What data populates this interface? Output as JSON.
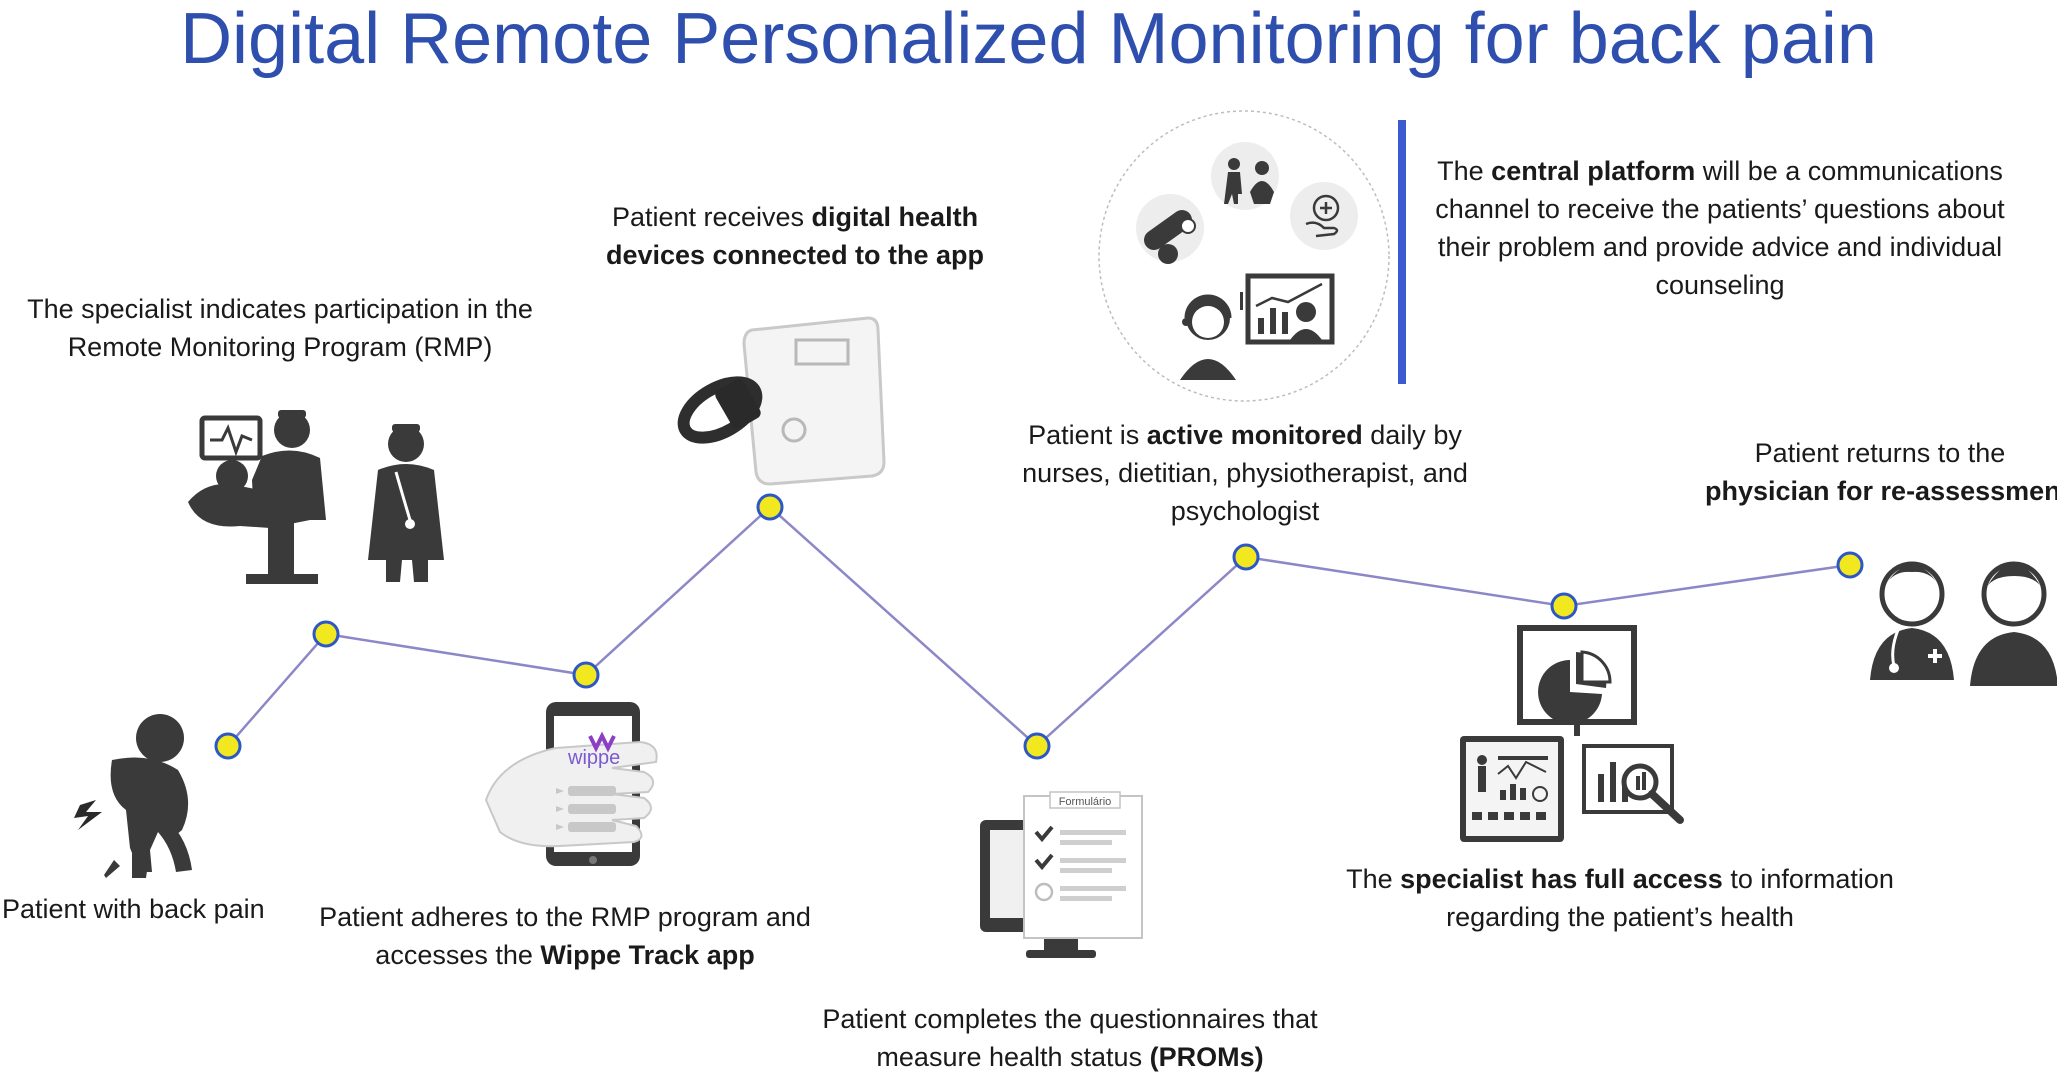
{
  "title": "Digital Remote Personalized Monitoring for back pain",
  "colors": {
    "title": "#2f4fae",
    "node_fill": "#f2e81f",
    "node_stroke": "#2d57c4",
    "connector": "#8c88c8",
    "icon": "#3a3a3a",
    "divider": "#3d5bd1"
  },
  "steps": [
    {
      "id": "back-pain",
      "icon": "back-pain-person-icon",
      "lines": [
        [
          {
            "t": "Patient with back pain",
            "b": false
          }
        ]
      ]
    },
    {
      "id": "specialist-indicates",
      "icon": "doctor-patient-exam-icon",
      "lines": [
        [
          {
            "t": "The specialist indicates participation in the",
            "b": false
          }
        ],
        [
          {
            "t": "Remote Monitoring Program (RMP)",
            "b": false
          }
        ]
      ]
    },
    {
      "id": "adheres-app",
      "icon": "smartphone-app-icon",
      "app_logo": "wippe",
      "lines": [
        [
          {
            "t": "Patient adheres to the RMP program and",
            "b": false
          }
        ],
        [
          {
            "t": "accesses the ",
            "b": false
          },
          {
            "t": "Wippe Track app",
            "b": true
          }
        ]
      ]
    },
    {
      "id": "devices",
      "icon": "wearable-and-scale-icon",
      "lines": [
        [
          {
            "t": "Patient receives ",
            "b": false
          },
          {
            "t": "digital health",
            "b": true
          }
        ],
        [
          {
            "t": "devices connected to the app",
            "b": true
          }
        ]
      ]
    },
    {
      "id": "questionnaires",
      "icon": "monitor-questionnaire-icon",
      "form_label": "Formulário",
      "lines": [
        [
          {
            "t": "Patient completes the questionnaires that",
            "b": false
          }
        ],
        [
          {
            "t": "measure health status ",
            "b": false
          },
          {
            "t": "(PROMs)",
            "b": true
          }
        ]
      ]
    },
    {
      "id": "active-monitoring",
      "icon": "care-team-circle-icon",
      "lines": [
        [
          {
            "t": "Patient is ",
            "b": false
          },
          {
            "t": "active monitored",
            "b": true
          },
          {
            "t": " daily by",
            "b": false
          }
        ],
        [
          {
            "t": "nurses, dietitian, physiotherapist,  and",
            "b": false
          }
        ],
        [
          {
            "t": "psychologist",
            "b": false
          }
        ]
      ]
    },
    {
      "id": "central-platform",
      "icon": "central-platform-icon",
      "lines": [
        [
          {
            "t": "The ",
            "b": false
          },
          {
            "t": "central platform",
            "b": true
          },
          {
            "t": " will be a communications",
            "b": false
          }
        ],
        [
          {
            "t": "channel to receive the patients’ questions about",
            "b": false
          }
        ],
        [
          {
            "t": "their problem and provide advice and individual",
            "b": false
          }
        ],
        [
          {
            "t": "counseling",
            "b": false
          }
        ]
      ]
    },
    {
      "id": "specialist-access",
      "icon": "analytics-dashboard-icon",
      "lines": [
        [
          {
            "t": "The ",
            "b": false
          },
          {
            "t": "specialist has full access",
            "b": true
          },
          {
            "t": " to information",
            "b": false
          }
        ],
        [
          {
            "t": "regarding the patient’s health",
            "b": false
          }
        ]
      ]
    },
    {
      "id": "re-assessment",
      "icon": "physician-and-patient-icon",
      "lines": [
        [
          {
            "t": "Patient returns to the",
            "b": false
          }
        ],
        [
          {
            "t": "physician for re-assessment",
            "b": true
          }
        ]
      ]
    }
  ]
}
